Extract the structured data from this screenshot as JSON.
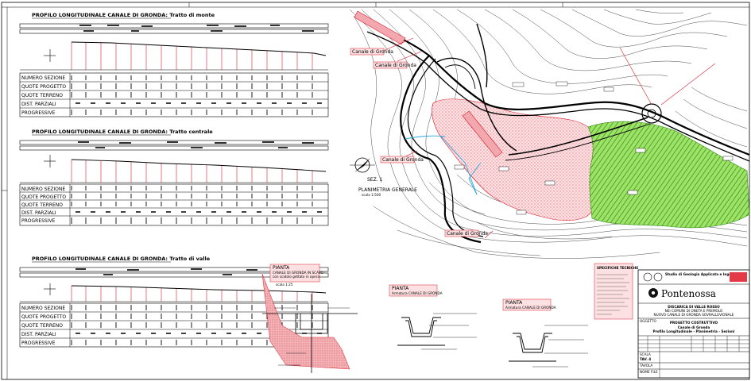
{
  "profiles": [
    {
      "title": "PROFILO LONGITUDINALE CANALE DI GRONDA: Tratto di monte",
      "rows": [
        "NUMERO SEZIONE",
        "QUOTE PROGETTO",
        "QUOTE TERRENO",
        "DIST. PARZIALI",
        "PROGRESSIVE"
      ]
    },
    {
      "title": "PROFILO LONGITUDINALE CANALE DI GRONDA: Tratto centrale",
      "rows": [
        "NUMERO SEZIONE",
        "QUOTE PROGETTO",
        "QUOTE TERRENO",
        "DIST. PARZIALI",
        "PROGRESSIVE"
      ]
    },
    {
      "title": "PROFILO LONGITUDINALE CANALE DI GRONDA: Tratto di valle",
      "rows": [
        "NUMERO SEZIONE",
        "QUOTE PROGETTO",
        "QUOTE TERRENO",
        "DIST. PARZIALI",
        "PROGRESSIVE"
      ]
    }
  ],
  "plan": {
    "canal_labels": [
      "Canale di Gronda",
      "Canale di Gronda",
      "Canale di Gronda",
      "Canale di Gronda"
    ],
    "section_label": "SEZ. 1",
    "plan_title": "PLANIMETRIA GENERALE",
    "plan_scale": "scala 1:500"
  },
  "details": {
    "detail1_title": "PIANTA",
    "detail1_lines": [
      "CANALE DI GRONDA IN SCAVO",
      "con scatolo gettato in opera"
    ],
    "detail1_scale": "scala 1:25",
    "detail2_title": "PIANTA",
    "detail2_line": "Armatura CANALE DI GRONDA",
    "detail3_title": "PIANTA",
    "detail3_line": "Armatura CANALE DI GRONDA",
    "specs_title": "SPECIFICHE TECNICHE"
  },
  "title_block": {
    "company": "Pontenossa",
    "studio": "Studio di Geologia Applicata e Ingegneria",
    "project_lines": [
      "DISCARICA DI VALLE ROSSO",
      "NEI COMUNI DI ONETA E PREMOLO",
      "NUOVO CANALE DI GRONDA SOVRALLUVIONALE"
    ],
    "phase": "PROGETTO COSTRUTTIVO",
    "subject": [
      "Canale di Gronda",
      "Profilo Longitudinale - Planimetria - Sezioni"
    ],
    "sheet": "TAV. 4",
    "row_labels": [
      "OGGETTO",
      "SCALA",
      "TAVOLA",
      "NOME FILE"
    ]
  },
  "colors": {
    "red": "#cc2020",
    "pink_hatch": "#f6c8cc",
    "green_hatch": "#7ed44a",
    "cyan": "#2aa8e0",
    "black": "#000000"
  }
}
